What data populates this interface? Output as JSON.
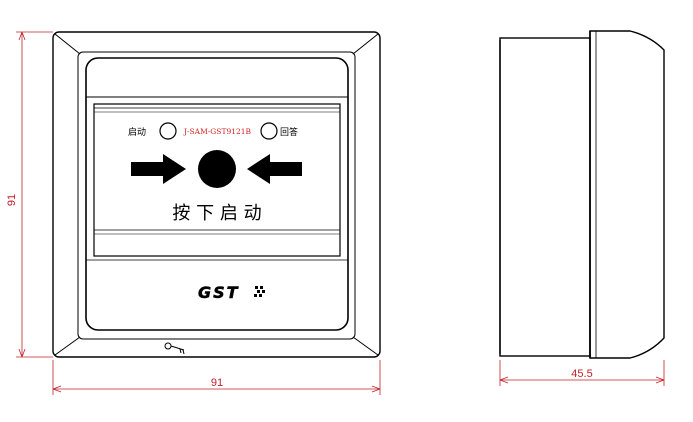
{
  "front_view": {
    "start_label_small": "启动",
    "model_code": "J-SAM-GST9121B",
    "answer_label": "回答",
    "main_label": "按 下 启 动",
    "logo_text": "GST"
  },
  "dimensions": {
    "height": "91",
    "width": "91",
    "depth": "45.5"
  },
  "colors": {
    "dimension_line": "#c0202a",
    "model_code": "#d42020",
    "outline": "#000000"
  }
}
